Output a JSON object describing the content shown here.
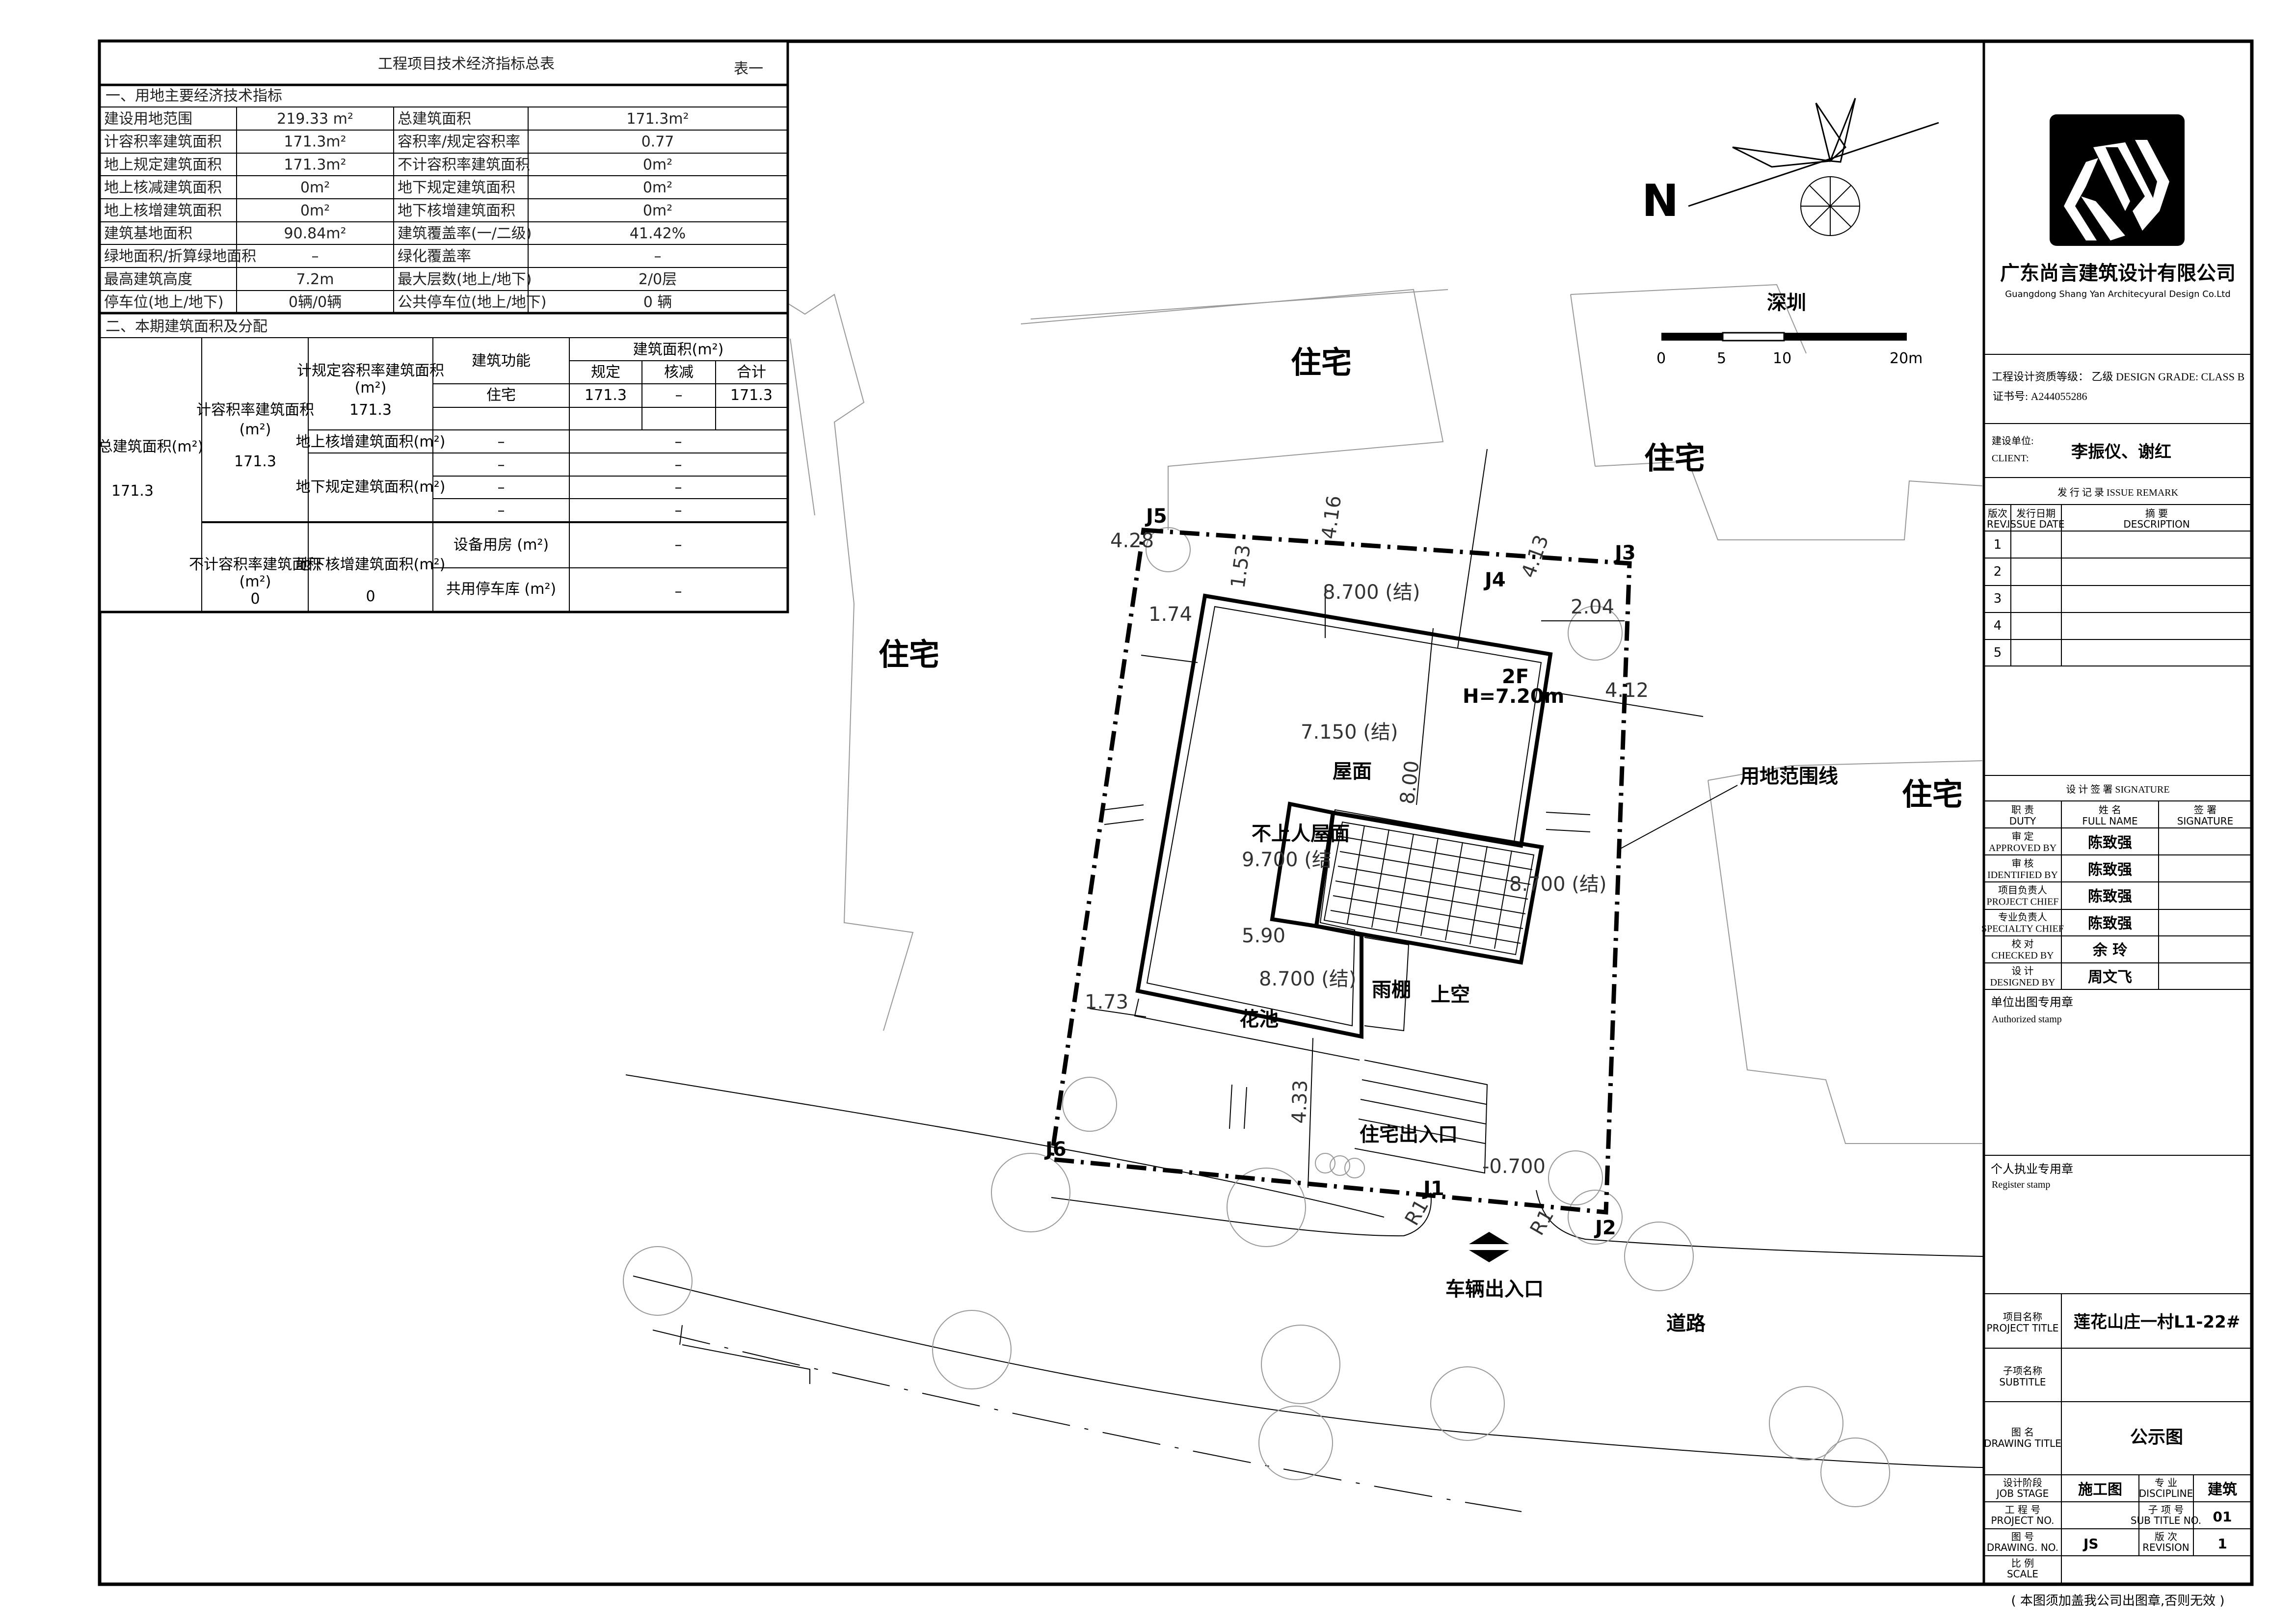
{
  "table": {
    "title": "工程项目技术经济指标总表",
    "table_no": "表一",
    "section1_title": "一、用地主要经济技术指标",
    "rows": [
      [
        "建设用地范围",
        "219.33 m²",
        "总建筑面积",
        "171.3m²"
      ],
      [
        "计容积率建筑面积",
        "171.3m²",
        "容积率/规定容积率",
        "0.77"
      ],
      [
        "地上规定建筑面积",
        "171.3m²",
        "不计容积率建筑面积",
        "0m²"
      ],
      [
        "地上核减建筑面积",
        "0m²",
        "地下规定建筑面积",
        "0m²"
      ],
      [
        "地上核增建筑面积",
        "0m²",
        "地下核增建筑面积",
        "0m²"
      ],
      [
        "建筑基地面积",
        "90.84m²",
        "建筑覆盖率(一/二级)",
        "41.42%"
      ],
      [
        "绿地面积/折算绿地面积",
        "–",
        "绿化覆盖率",
        "–"
      ],
      [
        "最高建筑高度",
        "7.2m",
        "最大层数(地上/地下)",
        "2/0层"
      ],
      [
        "停车位(地上/地下)",
        "0辆/0辆",
        "公共停车位(地上/地下)",
        "0 辆"
      ]
    ],
    "section2_title": "二、本期建筑面积及分配",
    "s2": {
      "total_label": "总建筑面积(m²)",
      "total_value": "171.3",
      "far_label": "计容积率建筑面积",
      "far_unit": "(m²)",
      "far_value": "171.3",
      "nonfar_label": "不计容积率建筑面积",
      "nonfar_unit": "(m²)",
      "nonfar_value": "0",
      "reg_label": "计规定容积率建筑面积",
      "reg_unit": "(m²)",
      "reg_value": "171.3",
      "above_inc_label": "地上核增建筑面积(m²)",
      "below_reg_label": "地下规定建筑面积(m²)",
      "below_inc_label": "地下核增建筑面积(m²)",
      "below_inc_value": "0",
      "func_header": "建筑功能",
      "area_header": "建筑面积(m²)",
      "sub_headers": [
        "规定",
        "核减",
        "合计"
      ],
      "residential": "住宅",
      "res_values": [
        "171.3",
        "–",
        "171.3"
      ],
      "dash": "–",
      "equip_room": "设备用房 (m²)",
      "shared_garage": "共用停车库 (m²)"
    }
  },
  "plan": {
    "north": "N",
    "city": "深圳",
    "scale_labels": [
      "0",
      "5",
      "10",
      "20m"
    ],
    "residence": "住宅",
    "site_line": "用地范围线",
    "road": "道路",
    "vehicle_entry": "车辆出入口",
    "residence_entry": "住宅出入口",
    "roof": "屋面",
    "nonaccess_roof": "不上人屋面",
    "floors": "2F",
    "height": "H=7.20m",
    "canopy": "雨棚",
    "void": "上空",
    "planter": "花池",
    "elevation_ground": "-0.700",
    "elev_roof": "7.150 (结)",
    "elev_top": "8.700 (结)",
    "elev_nonaccess": "9.700 (结",
    "elev_right": "8.700 (结)",
    "elev_bottom": "8.700 (结)",
    "points": [
      "J1",
      "J2",
      "J3",
      "J4",
      "J5",
      "J6"
    ],
    "dims": {
      "d428": "4.28",
      "d153": "1.53",
      "d174": "1.74",
      "d416": "4.16",
      "d413": "4.13",
      "d204": "2.04",
      "d412": "4.12",
      "d800": "8.00",
      "d590": "5.90",
      "d173": "1.73",
      "d433": "4.33",
      "r1": "R1"
    }
  },
  "title_block": {
    "company_cn": "广东尚言建筑设计有限公司",
    "company_en": "Guangdong Shang Yan Architecyural Design Co.Ltd",
    "grade": "工程设计资质等级： 乙级    DESIGN GRADE: CLASS B",
    "cert": "证书号: A244055286",
    "client_label_cn": "建设单位:",
    "client_label_en": "CLIENT:",
    "client": "李振仪、谢红",
    "issue_title": "发 行 记 录   ISSUE  REMARK",
    "issue_headers": [
      [
        "版次",
        "REV."
      ],
      [
        "发行日期",
        "ISSUE DATE"
      ],
      [
        "摘    要",
        "DESCRIPTION"
      ]
    ],
    "issue_revs": [
      "1",
      "2",
      "3",
      "4",
      "5"
    ],
    "sig_title": "设 计 签 署   SIGNATURE",
    "sig_headers": [
      [
        "职    责",
        "DUTY"
      ],
      [
        "姓    名",
        "FULL NAME"
      ],
      [
        "签    署",
        "SIGNATURE"
      ]
    ],
    "signatures": [
      [
        "审    定",
        "APPROVED BY",
        "陈致强"
      ],
      [
        "审    核",
        "IDENTIFIED BY",
        "陈致强"
      ],
      [
        "项目负责人",
        "PROJECT CHIEF",
        "陈致强"
      ],
      [
        "专业负责人",
        "SPECIALTY CHIEF",
        "陈致强"
      ],
      [
        "校    对",
        "CHECKED BY",
        "余  玲"
      ],
      [
        "设    计",
        "DESIGNED BY",
        "周文飞"
      ]
    ],
    "auth_stamp_cn": "单位出图专用章",
    "auth_stamp_en": "Authorized stamp",
    "reg_stamp_cn": "个人执业专用章",
    "reg_stamp_en": "Register stamp",
    "project_label": [
      "项目名称",
      "PROJECT TITLE"
    ],
    "project": "莲花山庄一村L1-22#",
    "subtitle_label": [
      "子项名称",
      "SUBTITLE"
    ],
    "drawing_label": [
      "图    名",
      "DRAWING TITLE"
    ],
    "drawing": "公示图",
    "stage_label": [
      "设计阶段",
      "JOB STAGE"
    ],
    "stage": "施工图",
    "discipline_label": [
      "专    业",
      "DISCIPLINE"
    ],
    "discipline": "建筑",
    "projno_label": [
      "工 程 号",
      "PROJECT NO."
    ],
    "subno_label": [
      "子 项 号",
      "SUB TITLE NO."
    ],
    "subno": "01",
    "drawno_label": [
      "图    号",
      "DRAWING. NO."
    ],
    "drawno": "JS",
    "revision_label": [
      "版    次",
      "REVISION"
    ],
    "revision": "1",
    "scale_label": [
      "比    例",
      "SCALE"
    ],
    "note": "( 本图须加盖我公司出图章,否则无效 )"
  }
}
